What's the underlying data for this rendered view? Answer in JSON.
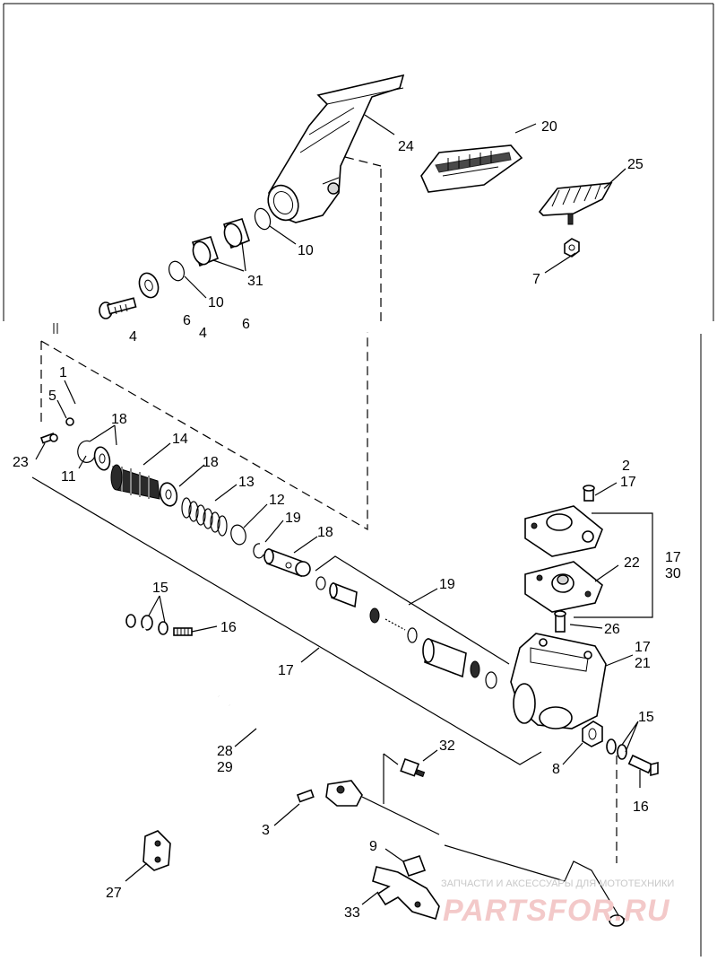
{
  "diagram": {
    "callouts": [
      {
        "id": "c24",
        "text": "24"
      },
      {
        "id": "c20",
        "text": "20"
      },
      {
        "id": "c25",
        "text": "25"
      },
      {
        "id": "c10a",
        "text": "10"
      },
      {
        "id": "c31",
        "text": "31"
      },
      {
        "id": "c10b",
        "text": "10"
      },
      {
        "id": "c7",
        "text": "7"
      },
      {
        "id": "c6a",
        "text": "6"
      },
      {
        "id": "c4a",
        "text": "4"
      },
      {
        "id": "c6b",
        "text": "6"
      },
      {
        "id": "c4b",
        "text": "4"
      },
      {
        "id": "c1",
        "text": "1"
      },
      {
        "id": "c5",
        "text": "5"
      },
      {
        "id": "c18a",
        "text": "18"
      },
      {
        "id": "c14",
        "text": "14"
      },
      {
        "id": "c23",
        "text": "23"
      },
      {
        "id": "c11",
        "text": "11"
      },
      {
        "id": "c18b",
        "text": "18"
      },
      {
        "id": "c13",
        "text": "13"
      },
      {
        "id": "c12",
        "text": "12"
      },
      {
        "id": "c19a",
        "text": "19"
      },
      {
        "id": "c18c",
        "text": "18"
      },
      {
        "id": "c2",
        "text": "2"
      },
      {
        "id": "c17a",
        "text": "17"
      },
      {
        "id": "c17b",
        "text": "17"
      },
      {
        "id": "c30",
        "text": "30"
      },
      {
        "id": "c22",
        "text": "22"
      },
      {
        "id": "c15a",
        "text": "15"
      },
      {
        "id": "c19b",
        "text": "19"
      },
      {
        "id": "c16a",
        "text": "16"
      },
      {
        "id": "c26",
        "text": "26"
      },
      {
        "id": "c17c",
        "text": "17"
      },
      {
        "id": "c21",
        "text": "21"
      },
      {
        "id": "c17d",
        "text": "17"
      },
      {
        "id": "c15b",
        "text": "15"
      },
      {
        "id": "c28",
        "text": "28"
      },
      {
        "id": "c29",
        "text": "29"
      },
      {
        "id": "c32",
        "text": "32"
      },
      {
        "id": "c8",
        "text": "8"
      },
      {
        "id": "c16b",
        "text": "16"
      },
      {
        "id": "c3",
        "text": "3"
      },
      {
        "id": "c9",
        "text": "9"
      },
      {
        "id": "c27",
        "text": "27"
      },
      {
        "id": "c33",
        "text": "33"
      }
    ]
  },
  "watermark": {
    "tagline": "ЗАПЧАСТИ И АКСЕССУАРЫ ДЛЯ МОТОТЕХНИКИ",
    "logo": "PARTSFOR.RU"
  }
}
